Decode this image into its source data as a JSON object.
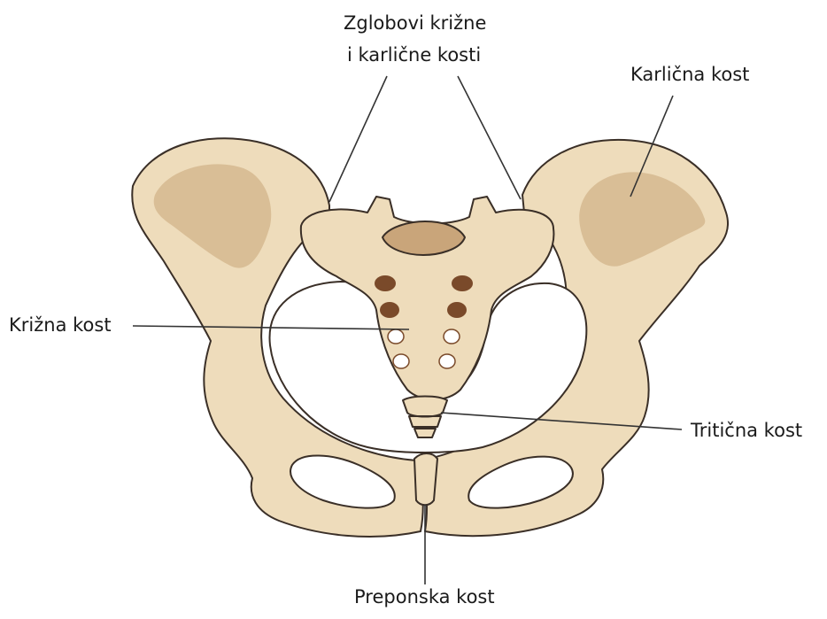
{
  "labels": {
    "si_joints_line1": "Zglobovi križne",
    "si_joints_line2": "i karlične kosti",
    "hip_bone": "Karlična kost",
    "sacrum": "Križna kost",
    "coccyx": "Tritična kost",
    "pubic_bone": "Preponska kost"
  },
  "colors": {
    "bone": "#eedcbb",
    "bone_shade": "#d9be96",
    "bone_dark": "#c9a57a",
    "outline": "#3a2f27",
    "foramen": "#7a4a2a",
    "leader_line": "#333333"
  }
}
